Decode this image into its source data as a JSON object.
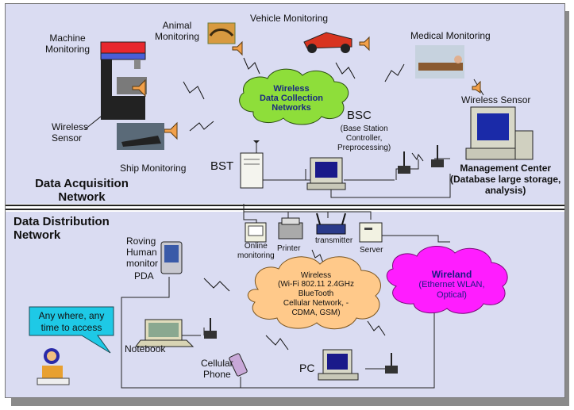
{
  "diagram": {
    "sections": {
      "acquisition": "Data Acquisition\nNetwork",
      "distribution": "Data Distribution\nNetwork"
    },
    "top_labels": {
      "machine": "Machine\nMonitoring",
      "animal": "Animal\nMonitoring",
      "vehicle": "Vehicle Monitoring",
      "medical": "Medical Monitoring",
      "wireless_sensor_left": "Wireless\nSensor",
      "wireless_sensor_right": "Wireless Sensor",
      "ship": "Ship Monitoring",
      "bst": "BST",
      "bsc": "BSC",
      "bsc_sub": "(Base Station\nController,\nPreprocessing)",
      "mgmt": "Management Center\n(Database large storage,\nanalysis)",
      "cloud_top": "Wireless\nData Collection\nNetworks"
    },
    "bottom_labels": {
      "online": "Online\nmonitoring",
      "printer": "Printer",
      "transmitter": "transmitter",
      "server": "Server",
      "roving": "Roving\nHuman\nmonitor",
      "pda": "PDA",
      "wireless_cloud_title": "Wireless",
      "wireless_cloud_body": "(Wi-Fi 802.11 2.4GHz\nBlueTooth\nCellular Network, -\nCDMA, GSM)",
      "wireland_title": "Wireland",
      "wireland_body": "(Ethernet WLAN,\nOptical)",
      "callout": "Any where, any\ntime to access",
      "notebook": "Notebook",
      "cellular": "Cellular\nPhone",
      "pc": "PC"
    },
    "colors": {
      "band": "#dadcf2",
      "cloud_green": "#8ede3a",
      "cloud_orange": "#ffc98a",
      "cloud_magenta": "#ff1dff",
      "callout": "#1ec9e6"
    }
  }
}
